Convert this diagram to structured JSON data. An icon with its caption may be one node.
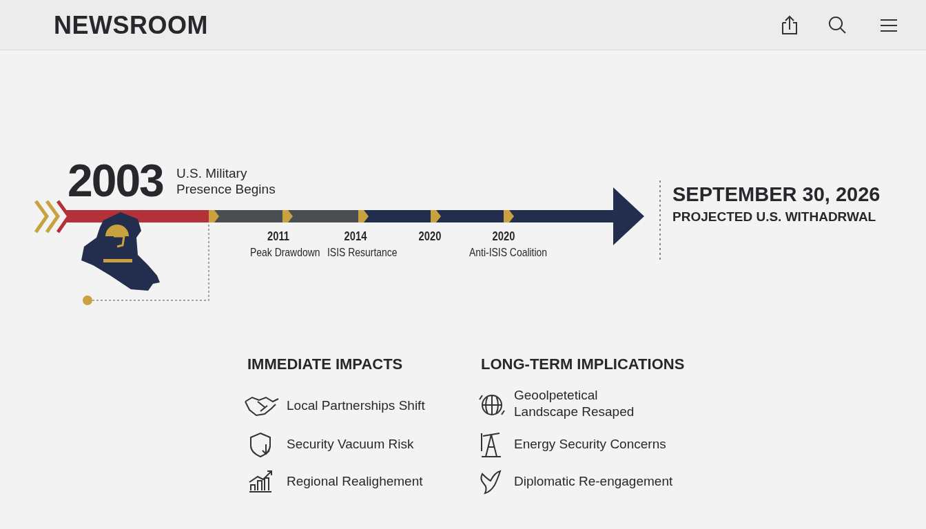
{
  "diagram": {
    "nodes": [
      {
        "text": [
          "2003",
          "U.S. Military Presence Begins"
        ]
      },
      {
        "text": [
          "2011",
          "Peak Drawdown"
        ]
      },
      {
        "text": [
          "2014",
          "ISIS Resurtance"
        ]
      },
      {
        "text": [
          "2020"
        ]
      },
      {
        "text": [
          "2020",
          "Anti-ISIS Coalition"
        ]
      },
      {
        "text": [
          "SEPTEMBER 30, 2026",
          "PROJECTED U.S. WITHADRWAL"
        ]
      },
      {
        "text": [],
        "shape": "circle"
      }
    ],
    "edges": [
      {
        "from": 6,
        "to": 0,
        "arrow": "none",
        "style": "dashed"
      }
    ],
    "labels": [
      "NEWSROOM",
      "IMMEDIATE IMPACTS",
      "Local Partnerships Shift",
      "Security Vacuum Risk",
      "Regional Realighement",
      "LONG-TERM IMPLICATIONS",
      "Geoolpetetical Landscape Resaped",
      "Energy Security Concerns",
      "Diplomatic Re-engagement"
    ]
  }
}
